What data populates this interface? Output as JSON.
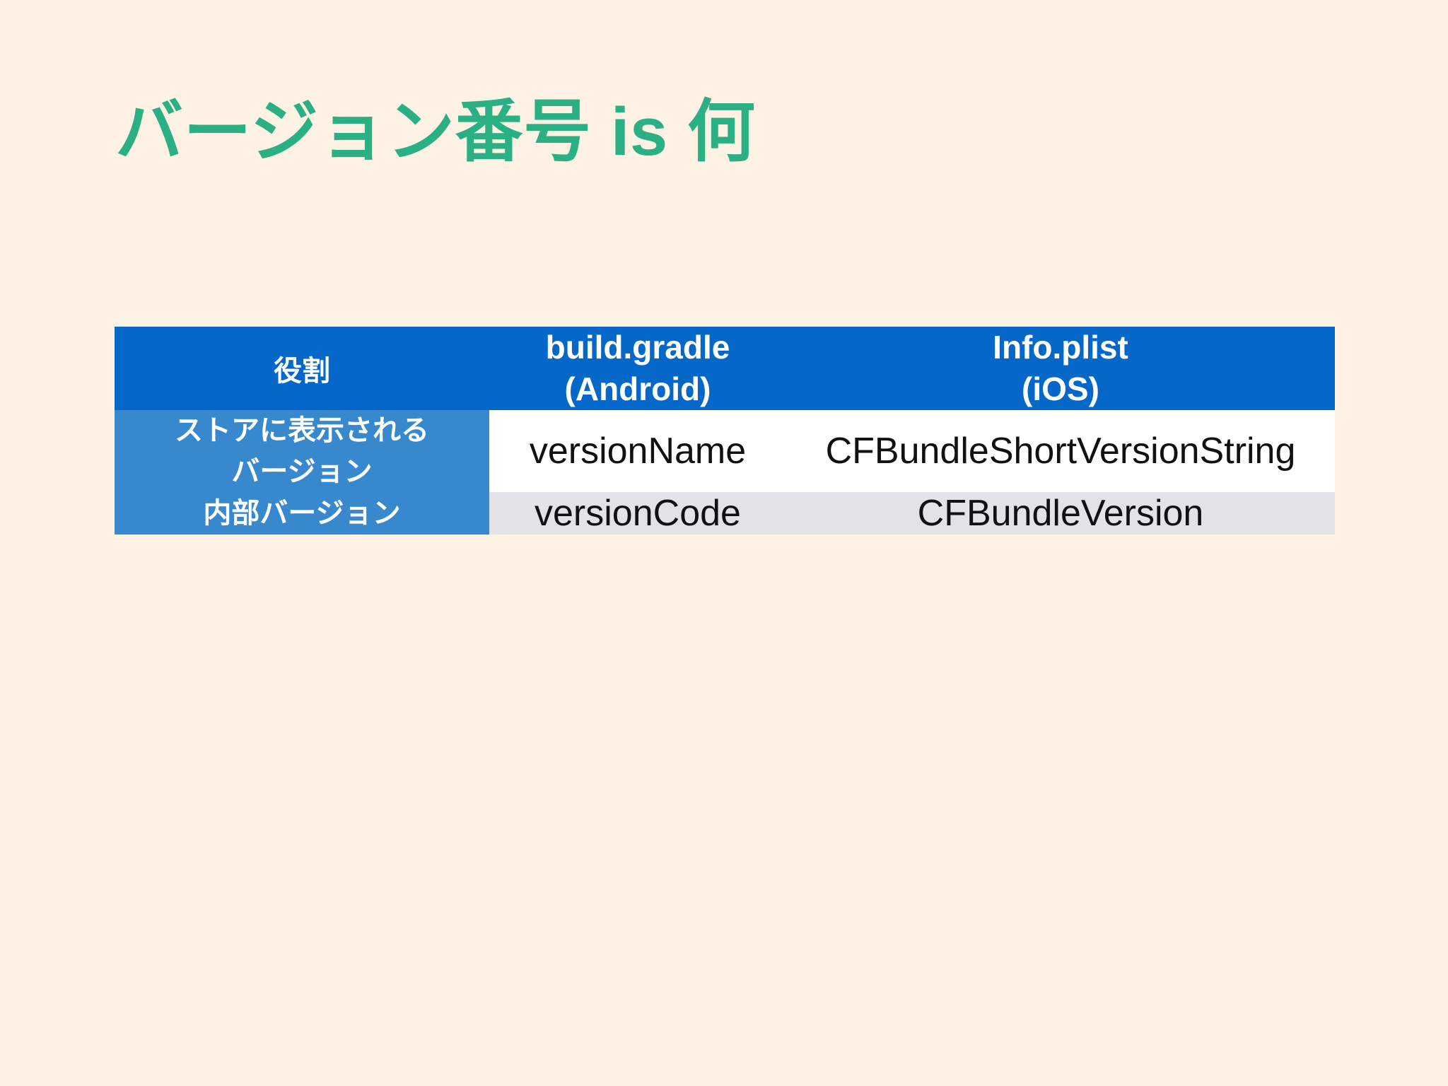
{
  "slide": {
    "title": "バージョン番号 is 何",
    "background_color": "#FDF2E3",
    "title_color": "#2BB083"
  },
  "table": {
    "colors": {
      "header_bg": "#0568C8",
      "label_col_bg": "#3888CE",
      "row_white_bg": "#FFFFFF",
      "row_gray_bg": "#E2E3E7",
      "header_text": "#FFFFFF",
      "body_text": "#111111"
    },
    "headers": {
      "role": "役割",
      "gradle_main": "build.gradle",
      "gradle_sub": "(Android)",
      "plist_main": "Info.plist",
      "plist_sub": "(iOS)"
    },
    "rows": [
      {
        "label_line1": "ストアに表示される",
        "label_line2": "バージョン",
        "android": "versionName",
        "ios": "CFBundleShortVersionString"
      },
      {
        "label_line1": "内部バージョン",
        "label_line2": "",
        "android": "versionCode",
        "ios": "CFBundleVersion"
      }
    ]
  }
}
